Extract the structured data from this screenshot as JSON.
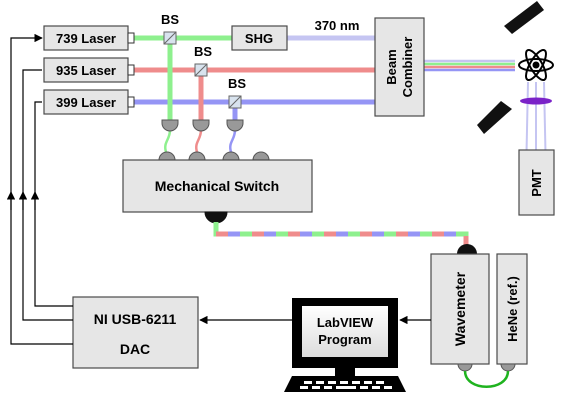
{
  "diagram": {
    "lasers": [
      {
        "label": "739 Laser",
        "color": "#8ef08e"
      },
      {
        "label": "935 Laser",
        "color": "#ef8c8c"
      },
      {
        "label": "399 Laser",
        "color": "#9595f5"
      }
    ],
    "beam_splitter_label": "BS",
    "shg_label": "SHG",
    "uv_wavelength_label": "370 nm",
    "uv_color": "#c5c5f2",
    "beam_combiner_line1": "Beam",
    "beam_combiner_line2": "Combiner",
    "pmt_label": "PMT",
    "mechanical_switch_label": "Mechanical Switch",
    "wavemeter_label": "Wavemeter",
    "hene_label": "HeNe (ref.)",
    "labview_line1": "LabVIEW",
    "labview_line2": "Program",
    "daq_line1": "NI USB-6211",
    "daq_line2": "DAC",
    "ion_color": "#7a22c8"
  }
}
